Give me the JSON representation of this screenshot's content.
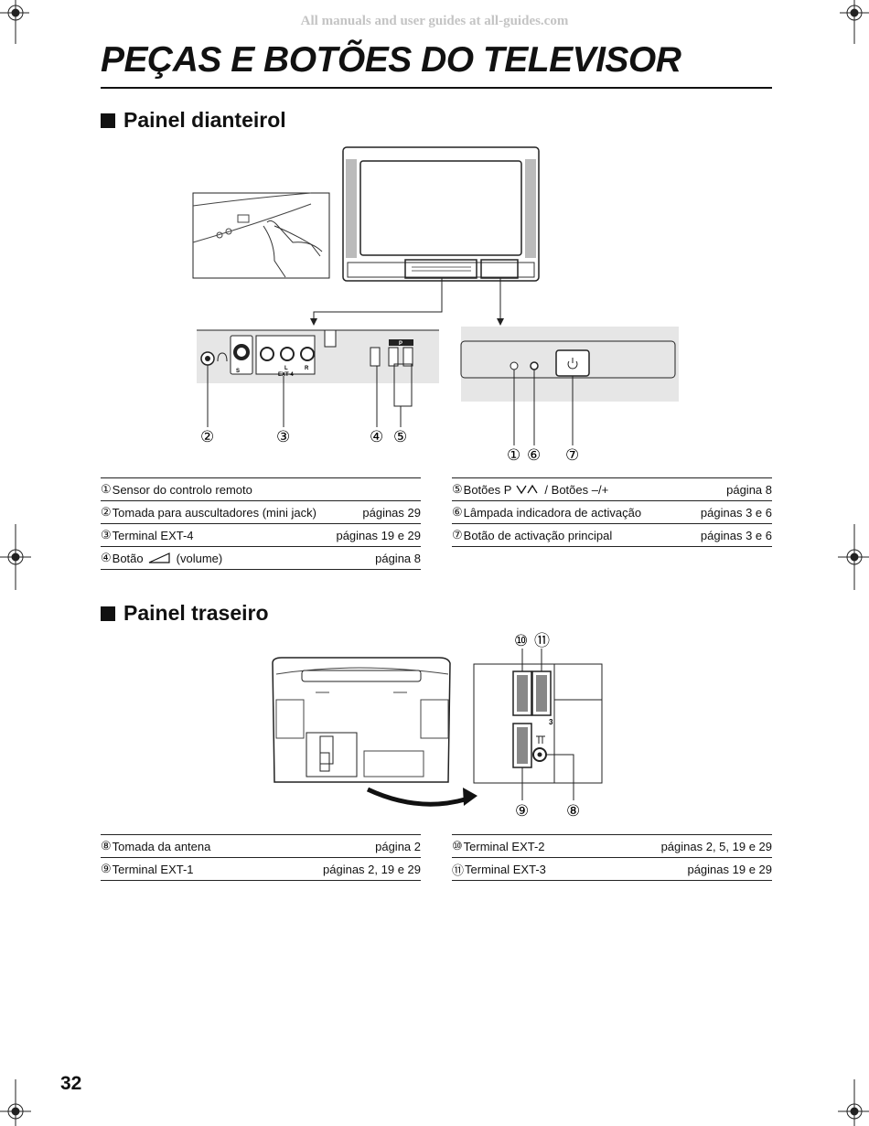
{
  "watermark": "All manuals and user guides at all-guides.com",
  "title": "PEÇAS E BOTÕES DO TELEVISOR",
  "sections": {
    "front": {
      "heading": "Painel dianteirol"
    },
    "rear": {
      "heading": "Painel traseiro"
    }
  },
  "figure_labels": {
    "n1": "①",
    "n2": "②",
    "n3": "③",
    "n4": "④",
    "n5": "⑤",
    "n6": "⑥",
    "n7": "⑦",
    "n8": "⑧",
    "n9": "⑨",
    "n10": "⑩",
    "n11": "⑪",
    "ext4": "EXT-4",
    "s_input": "S",
    "l": "L",
    "r": "R",
    "p": "P",
    "ext3": "3"
  },
  "front_table_left": [
    {
      "num": "①",
      "label": "Sensor do controlo remoto",
      "page": ""
    },
    {
      "num": "②",
      "label": "Tomada para auscultadores (mini jack)",
      "page": "páginas 29"
    },
    {
      "num": "③",
      "label": "Terminal EXT-4",
      "page": "páginas 19 e 29"
    },
    {
      "num": "④",
      "label": "Botão",
      "label_suffix": "(volume)",
      "page": "página 8"
    }
  ],
  "front_table_right": [
    {
      "num": "⑤",
      "label": "Botões P",
      "label_suffix": "/ Botões –/+",
      "page": "página 8"
    },
    {
      "num": "⑥",
      "label": "Lâmpada indicadora de activação",
      "page": "páginas 3 e 6"
    },
    {
      "num": "⑦",
      "label": "Botão de activação principal",
      "page": "páginas 3 e 6"
    }
  ],
  "rear_table_left": [
    {
      "num": "⑧",
      "label": "Tomada da antena",
      "page": "página 2"
    },
    {
      "num": "⑨",
      "label": "Terminal EXT-1",
      "page": "páginas 2, 19 e 29"
    }
  ],
  "rear_table_right": [
    {
      "num": "⑩",
      "label": "Terminal EXT-2",
      "page": "páginas 2, 5, 19 e 29"
    },
    {
      "num": "⑪",
      "label": "Terminal EXT-3",
      "page": "páginas 19 e 29"
    }
  ],
  "page_number": "32",
  "icons": [
    "registration-mark-icon",
    "headphone-icon",
    "power-icon",
    "volume-triangle-icon",
    "chevron-down-up-icon",
    "antenna-icon"
  ],
  "colors": {
    "ink": "#111111",
    "panel_gray": "#e6e6e6",
    "watermark": "#c4c4c4"
  }
}
